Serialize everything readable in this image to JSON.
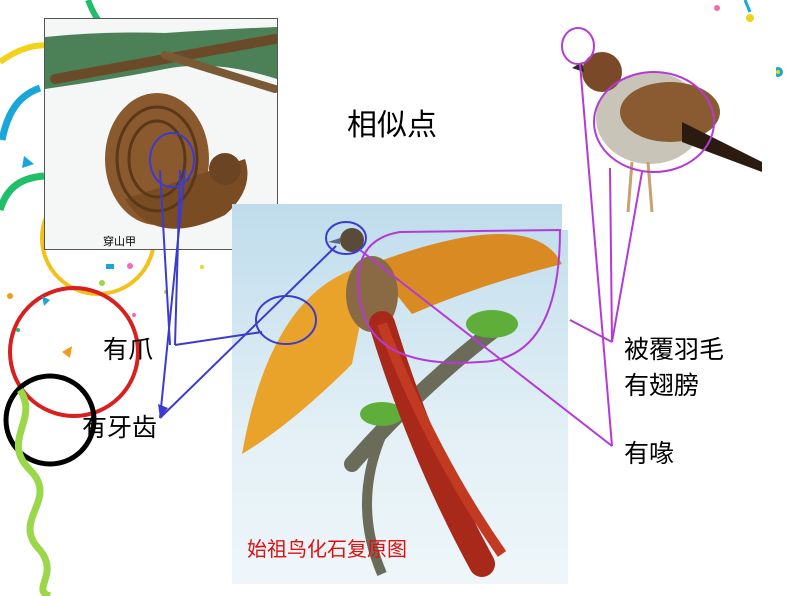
{
  "title": "相似点",
  "labels": {
    "claw": "有爪",
    "teeth": "有牙齿",
    "feathers": "被覆羽毛",
    "wings": "有翅膀",
    "beak": "有喙"
  },
  "pangolin_caption": "穿山甲",
  "archaeopteryx_caption": "始祖鸟化石复原图",
  "colors": {
    "pointer_blue": "#3b3bcf",
    "pointer_purple": "#b43ad6",
    "caption_red": "#e01010"
  }
}
